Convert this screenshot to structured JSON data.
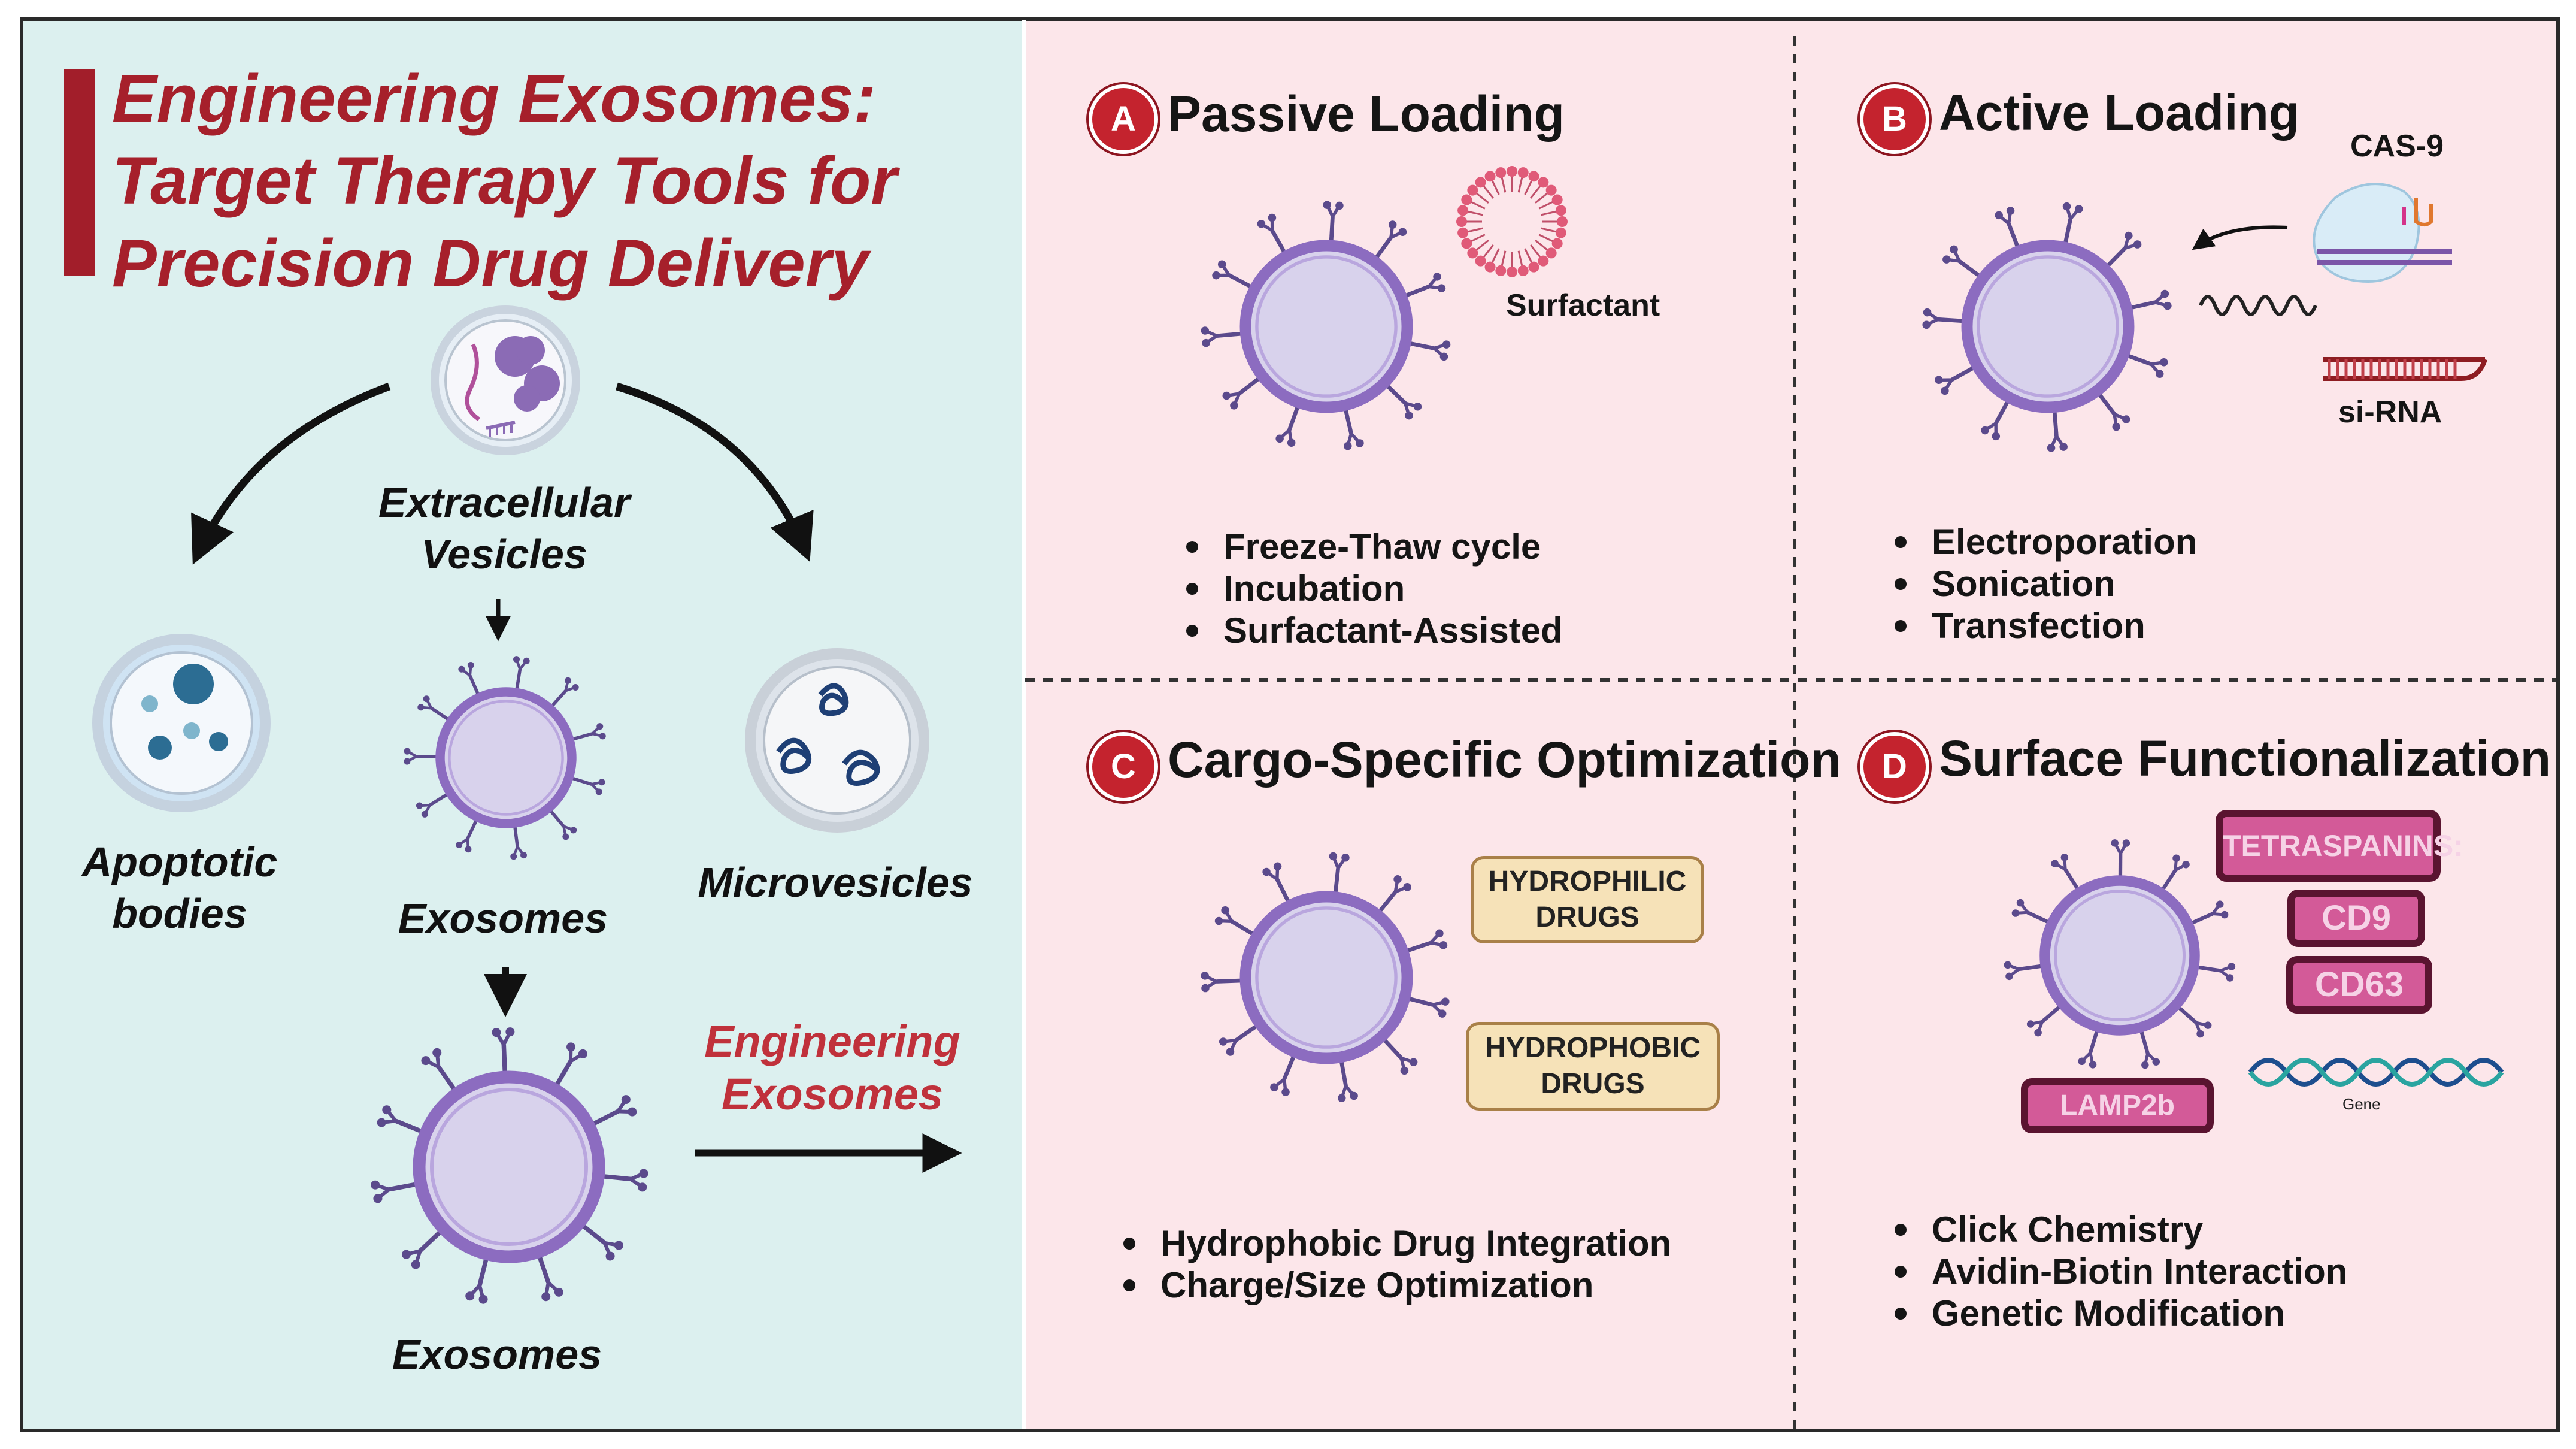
{
  "title": {
    "line1": "Engineering Exosomes:",
    "line2": "Target Therapy Tools for",
    "line3": "Precision Drug Delivery"
  },
  "left": {
    "extracellular_line1": "Extracellular",
    "extracellular_line2": "Vesicles",
    "apoptotic_line1": "Apoptotic",
    "apoptotic_line2": "bodies",
    "exosomes_small": "Exosomes",
    "microvesicles": "Microvesicles",
    "exosomes_large": "Exosomes",
    "engineering_line1": "Engineering",
    "engineering_line2": "Exosomes"
  },
  "panels": {
    "a": {
      "badge": "A",
      "title": "Passive Loading",
      "surfactant_label": "Surfactant",
      "bullets": [
        "Freeze-Thaw cycle",
        "Incubation",
        "Surfactant-Assisted"
      ]
    },
    "b": {
      "badge": "B",
      "title": "Active Loading",
      "cas9_label": "CAS-9",
      "sirna_label": "si-RNA",
      "bullets": [
        "Electroporation",
        "Sonication",
        "Transfection"
      ]
    },
    "c": {
      "badge": "C",
      "title": "Cargo-Specific Optimization",
      "hydrophilic_line1": "HYDROPHILIC",
      "hydrophilic_line2": "DRUGS",
      "hydrophobic_line1": "HYDROPHOBIC",
      "hydrophobic_line2": "DRUGS",
      "bullets": [
        "Hydrophobic Drug Integration",
        "Charge/Size Optimization"
      ]
    },
    "d": {
      "badge": "D",
      "title": "Surface Functionalization",
      "tetraspanins": "TETRASPANINS:",
      "cd9": "CD9",
      "cd63": "CD63",
      "lamp2b": "LAMP2b",
      "gene_label": "Gene",
      "bullets": [
        "Click Chemistry",
        "Avidin-Biotin Interaction",
        "Genetic Modification"
      ]
    }
  },
  "colors": {
    "left_panel_bg": "#dcf0ef",
    "right_panel_bg": "#fce6ea",
    "title_red": "#a6202b",
    "badge_red": "#c4232e",
    "engineering_red": "#c0313b",
    "membrane_purple": "#8c6cc0",
    "vesicle_fill": "#d8d2ec",
    "spike_purple": "#5b4a8c",
    "tag_pink": "#d35a98",
    "drug_box_fill": "#f6e2b8"
  }
}
